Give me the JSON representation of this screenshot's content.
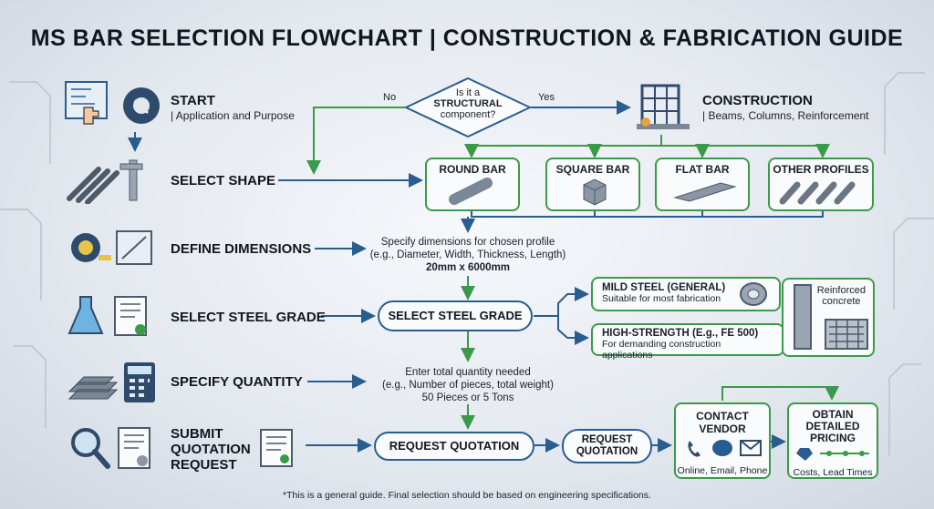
{
  "title": "MS BAR SELECTION FLOWCHART | CONSTRUCTION & FABRICATION GUIDE",
  "steps": {
    "start": {
      "label": "START",
      "sub": "| Application and Purpose"
    },
    "shape": {
      "label": "SELECT SHAPE"
    },
    "dimensions": {
      "label": "DEFINE DIMENSIONS"
    },
    "grade": {
      "label": "SELECT STEEL GRADE"
    },
    "quantity": {
      "label": "SPECIFY QUANTITY"
    },
    "submit": {
      "label_1": "SUBMIT",
      "label_2": "QUOTATION",
      "label_3": "REQUEST"
    }
  },
  "decision": {
    "line1": "Is it a",
    "line2": "STRUCTURAL",
    "line3": "component?",
    "no": "No",
    "yes": "Yes"
  },
  "construction": {
    "title": "CONSTRUCTION",
    "sub": "| Beams, Columns, Reinforcement"
  },
  "shapes": [
    "ROUND BAR",
    "SQUARE BAR",
    "FLAT BAR",
    "OTHER PROFILES"
  ],
  "dimensions_note": {
    "line1": "Specify dimensions for chosen profile",
    "line2": "(e.g., Diameter, Width, Thickness, Length)",
    "example": "20mm x 6000mm"
  },
  "grade_box": "SELECT STEEL GRADE",
  "grades": {
    "mild": {
      "title": "MILD STEEL (GENERAL)",
      "desc": "Suitable for most fabrication"
    },
    "high": {
      "title": "HIGH-STRENGTH (E.g., FE 500)",
      "desc": "For demanding construction applications"
    },
    "reinforced": {
      "line1": "Reinforced",
      "line2": "concrete"
    }
  },
  "quantity_note": {
    "line1": "Enter total quantity needed",
    "line2": "(e.g., Number of pieces, total weight)",
    "example": "50 Pieces or 5 Tons"
  },
  "request_box": "REQUEST QUOTATION",
  "request_small": {
    "line1": "REQUEST",
    "line2": "QUOTATION"
  },
  "vendor": {
    "line1": "CONTACT",
    "line2": "VENDOR",
    "channels": "Online, Email, Phone"
  },
  "pricing": {
    "line1": "OBTAIN",
    "line2": "DETAILED",
    "line3": "PRICING",
    "detail": "Costs, Lead Times"
  },
  "footnote": "*This is a general guide. Final selection should be based on engineering specifications.",
  "colors": {
    "blue": "#2a5d8f",
    "green": "#3b9a4a",
    "text": "#12161f"
  }
}
